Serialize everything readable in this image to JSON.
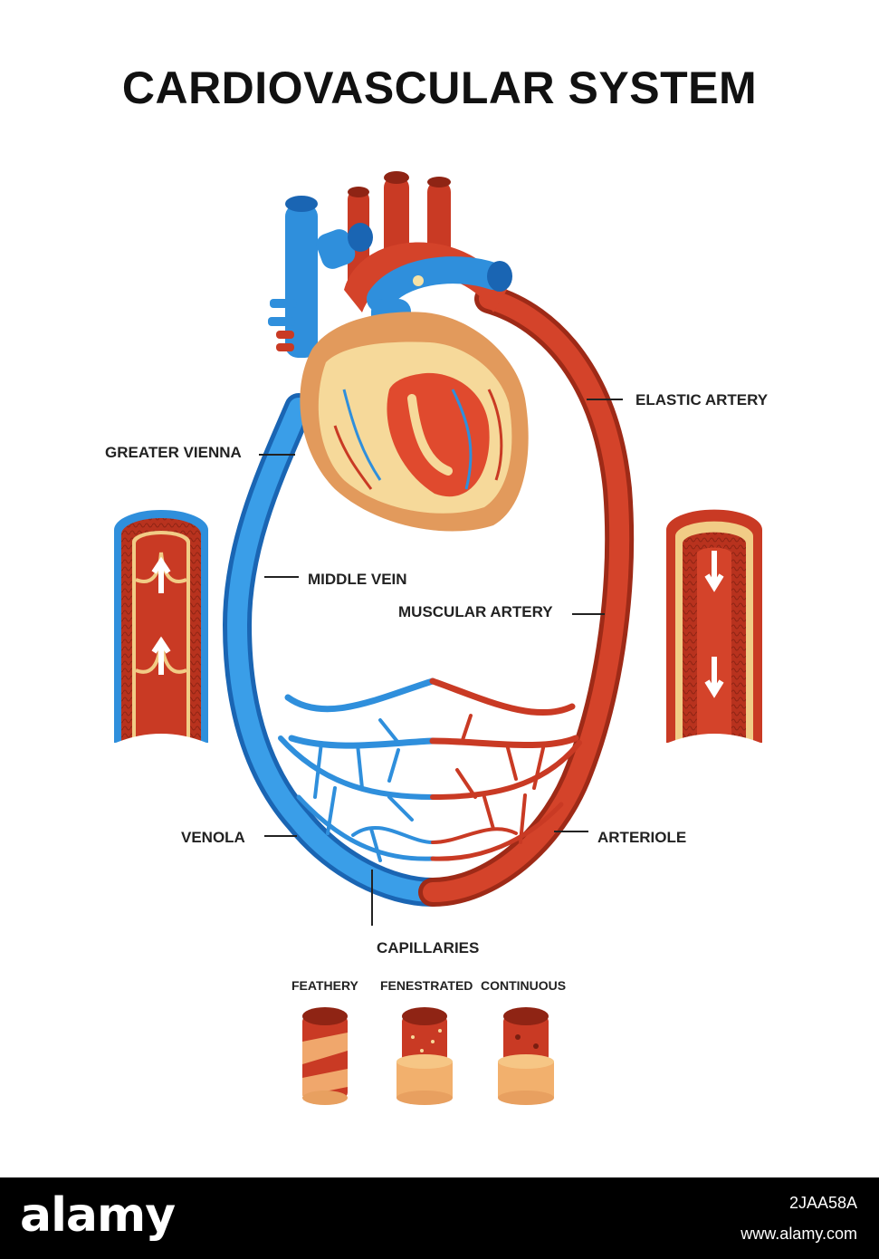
{
  "title": "CARDIOVASCULAR SYSTEM",
  "labels": {
    "elastic_artery": "ELASTIC ARTERY",
    "greater_vienna": "GREATER VIENNA",
    "middle_vein": "MIDDLE VEIN",
    "muscular_artery": "MUSCULAR ARTERY",
    "venola": "VENOLA",
    "arteriole": "ARTERIOLE",
    "capillaries": "CAPILLARIES"
  },
  "capillary_types": [
    "FEATHERY",
    "FENESTRATED",
    "CONTINUOUS"
  ],
  "footer": {
    "logo": "alamy",
    "image_id": "2JAA58A",
    "site": "www.alamy.com"
  },
  "colors": {
    "vein": "#2f8fdc",
    "artery": "#c93a24",
    "heart": "#e7a56b",
    "footer": "#000000"
  }
}
